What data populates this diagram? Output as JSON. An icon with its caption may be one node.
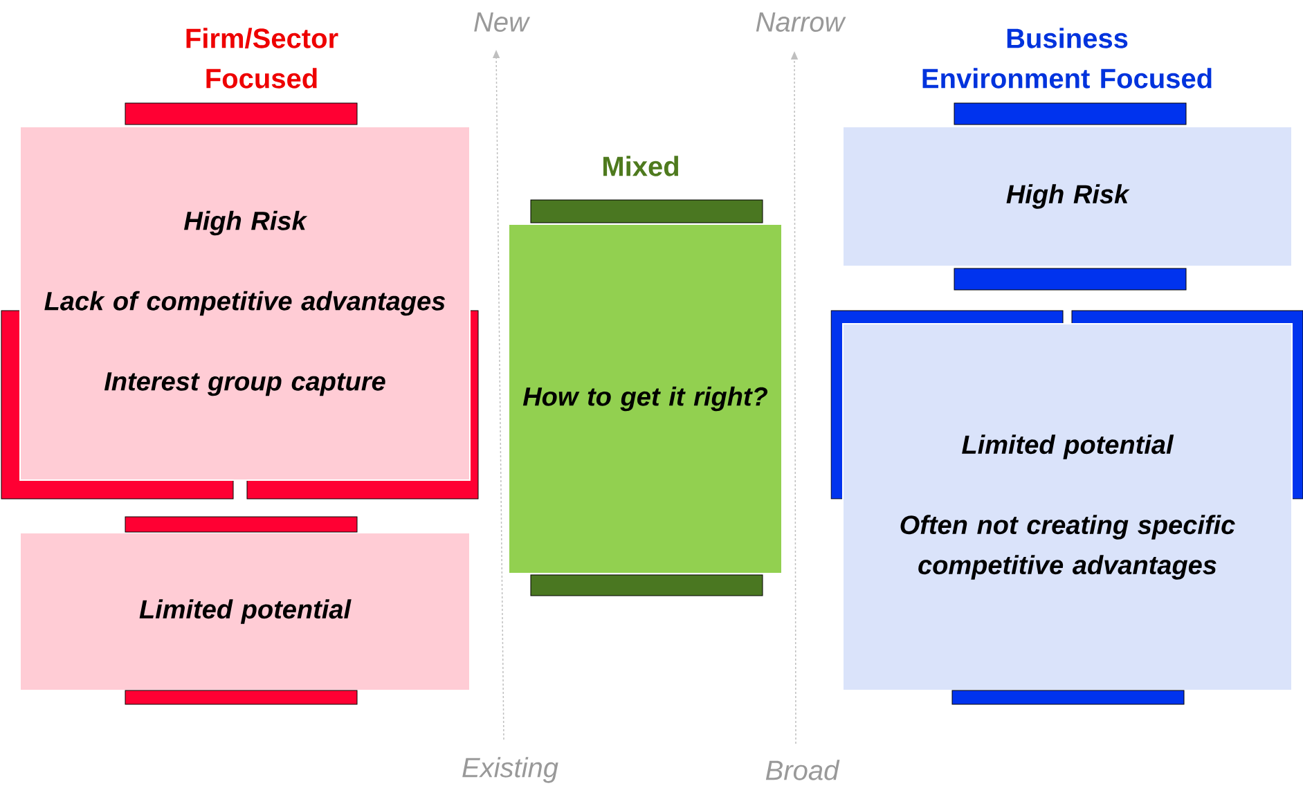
{
  "diagram": {
    "nodes": [
      {
        "text": [
          "High Risk",
          "Lack of competitive advantages",
          "Interest group capture"
        ]
      },
      {
        "text": [
          "Limited potential"
        ]
      },
      {
        "text": [
          "How to get it right?"
        ]
      },
      {
        "text": [
          "High Risk"
        ]
      },
      {
        "text": [
          "Limited potential",
          "Often not creating specific competitive advantages"
        ]
      },
      {
        "text": [],
        "shape": "bar"
      },
      {
        "text": [],
        "shape": "bar"
      },
      {
        "text": [],
        "shape": "bar"
      },
      {
        "text": [],
        "shape": "bar"
      },
      {
        "text": [],
        "shape": "bar"
      },
      {
        "text": [],
        "shape": "bar"
      },
      {
        "text": [],
        "shape": "bar"
      },
      {
        "text": [],
        "shape": "bar"
      }
    ],
    "labels": [
      "Firm/Sector Focused",
      "New",
      "Narrow",
      "Business Environment Focused",
      "Mixed",
      "Existing",
      "Broad"
    ]
  }
}
